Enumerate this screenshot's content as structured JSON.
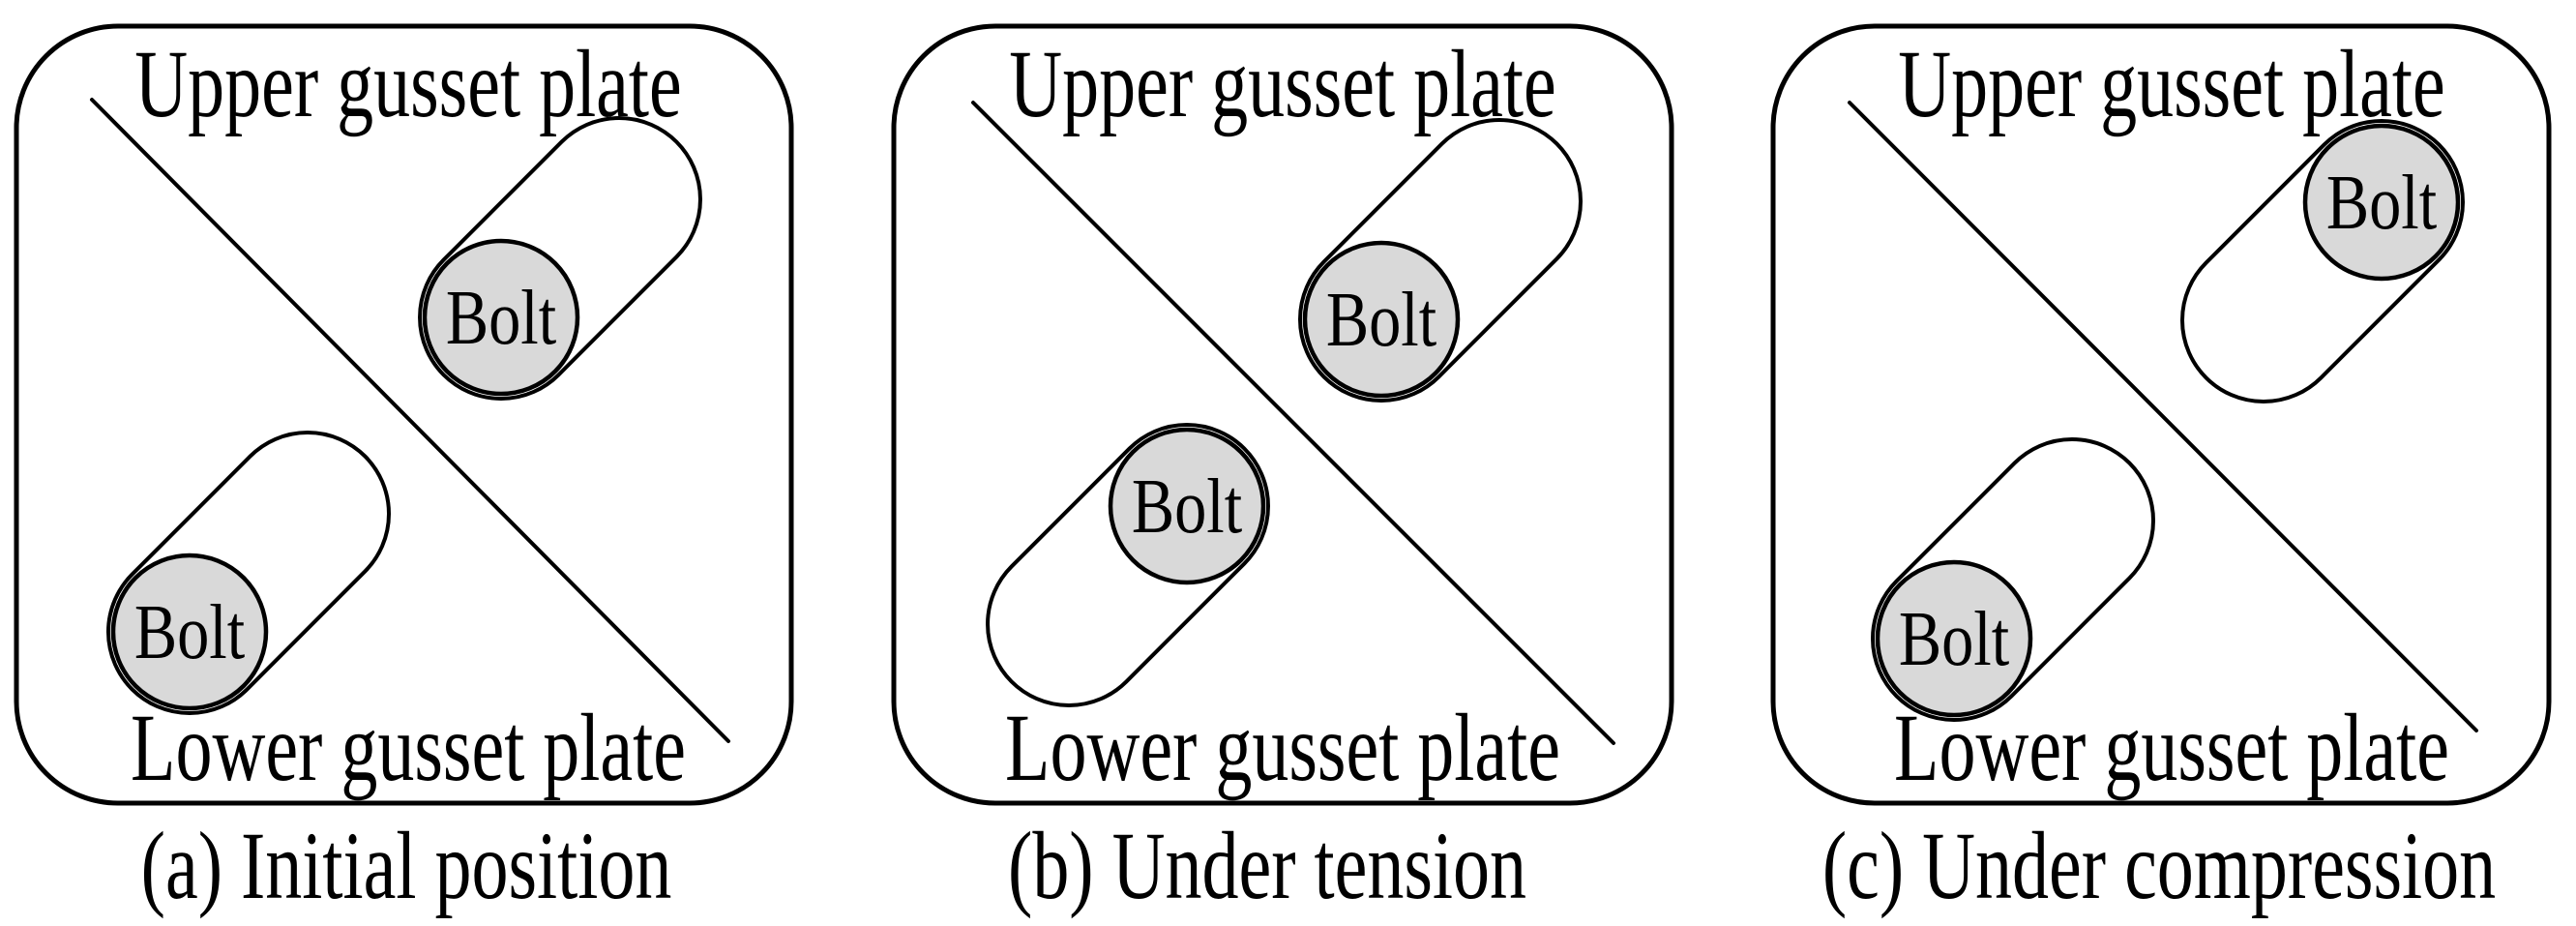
{
  "figure": {
    "colors": {
      "line": "#000000",
      "bolt_fill": "#d9d9d9",
      "background": "#ffffff"
    },
    "panels": [
      {
        "caption": "(a) Initial position",
        "upper_plate_label": "Upper gusset plate",
        "lower_plate_label": "Lower gusset plate",
        "upper_bolt_label": "Bolt",
        "lower_bolt_label": "Bolt"
      },
      {
        "caption": "(b) Under tension",
        "upper_plate_label": "Upper gusset plate",
        "lower_plate_label": "Lower gusset plate",
        "upper_bolt_label": "Bolt",
        "lower_bolt_label": "Bolt"
      },
      {
        "caption": "(c) Under compression",
        "upper_plate_label": "Upper gusset plate",
        "lower_plate_label": "Lower gusset plate",
        "upper_bolt_label": "Bolt",
        "lower_bolt_label": "Bolt"
      }
    ]
  }
}
